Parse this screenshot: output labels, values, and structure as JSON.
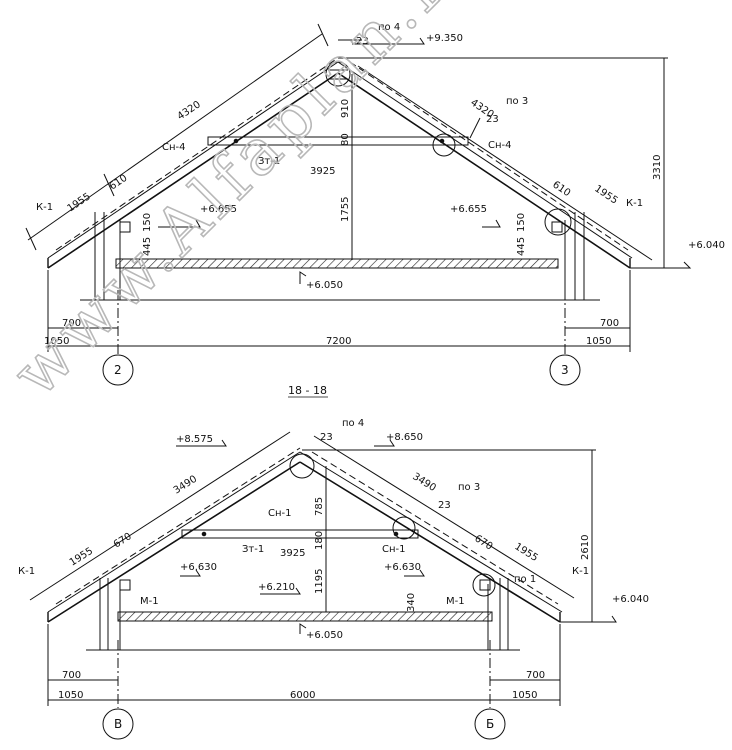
{
  "watermark": "www.Alfaplan.ru",
  "section_top": {
    "title": "",
    "roof_marks": {
      "ridge": "+9.350",
      "eave": "+6.040",
      "floor": "+6.050",
      "beam_l": "+6.655",
      "beam_r": "+6.655"
    },
    "nodes": {
      "top": "по 4",
      "mid": "по 3"
    },
    "angles": [
      "23",
      "23"
    ],
    "slopes": [
      "4320",
      "4320"
    ],
    "dims": {
      "d1955_l": "1955",
      "d610_l": "610",
      "d1955_r": "1955",
      "d610_r": "610",
      "span": "7200",
      "d700_l": "700",
      "d1050_l": "1050",
      "d700_r": "700",
      "d1050_r": "1050",
      "h910": "910",
      "h80": "80",
      "h1755": "1755",
      "h3310": "3310",
      "beam": "3925",
      "h445_l": "445",
      "h150_l": "150",
      "h445_r": "445",
      "h150_r": "150"
    },
    "labels": {
      "rafter_l": "Сн-4",
      "rafter_r": "Сн-4",
      "tie": "Зт-1",
      "eave_l": "К-1",
      "eave_r": "К-1"
    },
    "axes": [
      "2",
      "3"
    ]
  },
  "section_bottom": {
    "title": "18 - 18",
    "roof_marks": {
      "ridge_l": "+8.575",
      "ridge_r": "+8.650",
      "eave": "+6.040",
      "floor": "+6.050",
      "wall": "+6.210",
      "beam_l": "+6.630",
      "beam_r": "+6.630"
    },
    "nodes": {
      "top": "по 4",
      "mid": "по 3",
      "low": "по 1"
    },
    "angles": [
      "23",
      "23"
    ],
    "slopes": [
      "3490",
      "3490"
    ],
    "dims": {
      "d1955_l": "1955",
      "d670_l": "670",
      "d1955_r": "1955",
      "d670_r": "670",
      "span": "6000",
      "d700_l": "700",
      "d1050_l": "1050",
      "d700_r": "700",
      "d1050_r": "1050",
      "h785": "785",
      "h180": "180",
      "h1195": "1195",
      "h2610": "2610",
      "h340": "340",
      "beam": "3925"
    },
    "labels": {
      "rafter_l": "Сн-1",
      "rafter_r": "Сн-1",
      "tie": "Зт-1",
      "mauer_l": "М-1",
      "mauer_r": "М-1",
      "eave_l": "К-1",
      "eave_r": "К-1"
    },
    "axes": [
      "В",
      "Б"
    ]
  }
}
